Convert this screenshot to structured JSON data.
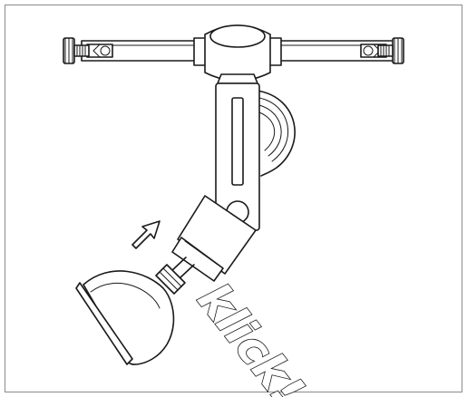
{
  "illustration": {
    "callout_text": "klick!",
    "colors": {
      "line": "#1a1a1a",
      "fill": "#ffffff",
      "border": "#8a8a8a"
    },
    "parts": [
      "crossbar",
      "center-hub",
      "left-thumbscrew",
      "right-thumbscrew",
      "swivel-arm",
      "cable-bundle",
      "lamp-socket",
      "insert-arrow",
      "halogen-reflector-bulb"
    ]
  }
}
